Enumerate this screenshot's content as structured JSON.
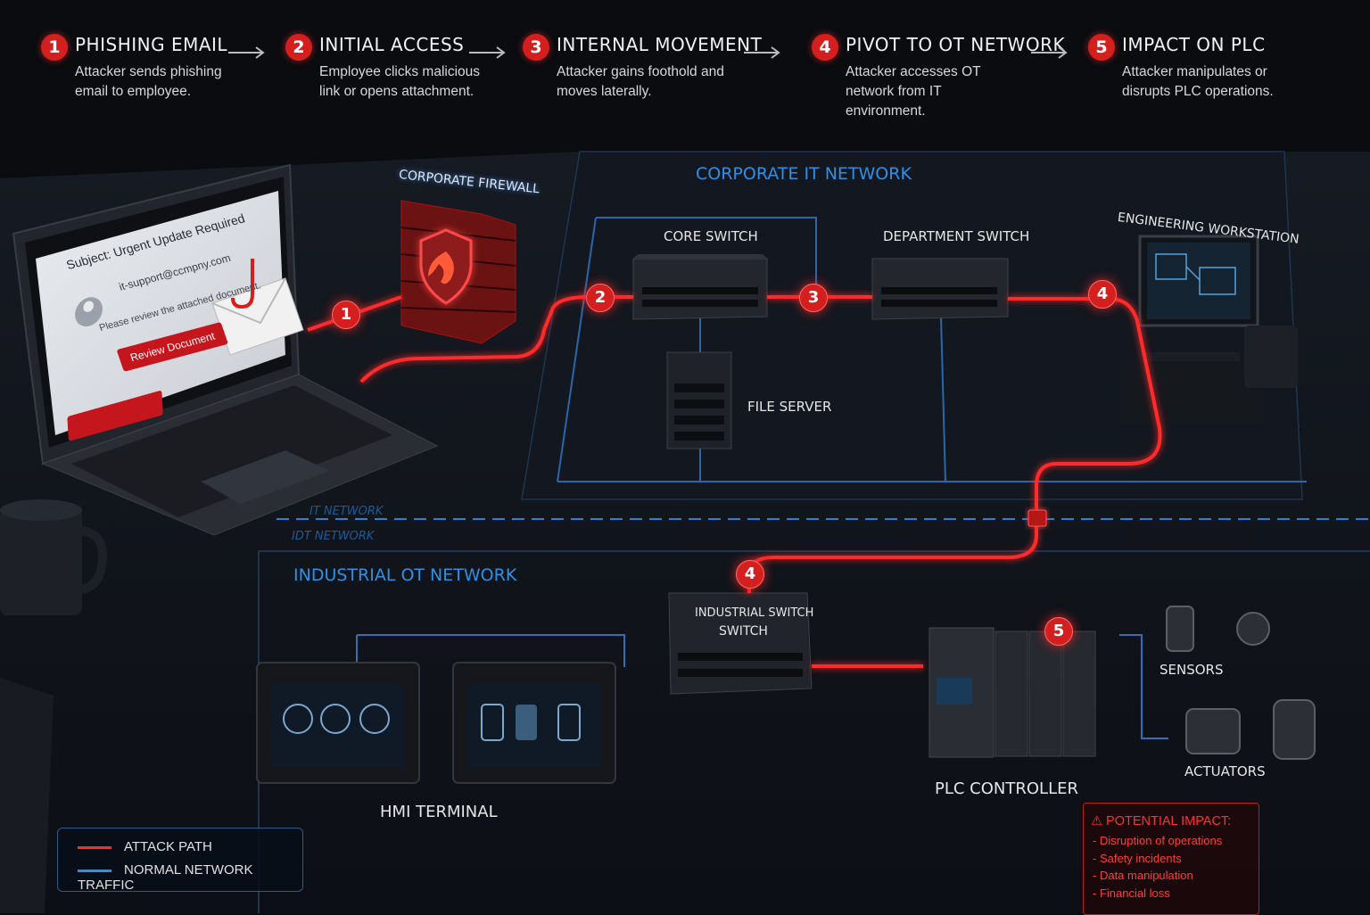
{
  "steps": [
    {
      "num": "1",
      "title": "PHISHING EMAIL",
      "desc": "Attacker sends phishing email to employee."
    },
    {
      "num": "2",
      "title": "INITIAL ACCESS",
      "desc": "Employee clicks malicious link or opens attachment."
    },
    {
      "num": "3",
      "title": "INTERNAL MOVEMENT",
      "desc": "Attacker gains foothold and moves laterally."
    },
    {
      "num": "4",
      "title": "PIVOT TO OT NETWORK",
      "desc": "Attacker accesses OT network from IT environment."
    },
    {
      "num": "5",
      "title": "IMPACT ON PLC",
      "desc": "Attacker manipulates or disrupts PLC operations."
    }
  ],
  "email": {
    "subject": "Subject: Urgent Update Required",
    "sender": "it-support@ccmpny.com",
    "body": "Please review the attached document.",
    "button": "Review Document"
  },
  "networks": {
    "corporate": "CORPORATE IT NETWORK",
    "industrial": "INDUSTRIAL OT NETWORK",
    "ghost_1": "IT NETWORK",
    "ghost_2": "IDT NETWORK"
  },
  "devices": {
    "firewall": "CORPORATE FIREWALL",
    "core_switch": "CORE SWITCH",
    "department_switch": "DEPARTMENT SWITCH",
    "engineering_workstation": "ENGINEERING WORKSTATION",
    "file_server": "FILE SERVER",
    "industrial_switch": "INDUSTRIAL SWITCH",
    "industrial_switch_sub": "SWITCH",
    "hmi_terminal": "HMI TERMINAL",
    "plc_controller": "PLC CONTROLLER",
    "sensors": "SENSORS",
    "actuators": "ACTUATORS"
  },
  "path_badges": [
    "1",
    "2",
    "3",
    "4",
    "4",
    "5"
  ],
  "legend": {
    "attack_path": "ATTACK PATH",
    "normal_traffic": "NORMAL NETWORK TRAFFIC"
  },
  "impact": {
    "heading": "⚠ POTENTIAL IMPACT:",
    "items": [
      "Disruption of operations",
      "Safety incidents",
      "Data manipulation",
      "Financial loss"
    ]
  },
  "colors": {
    "attack": "#ff2a2a",
    "normal": "#2f8fe6",
    "badge": "#d41f1f"
  }
}
